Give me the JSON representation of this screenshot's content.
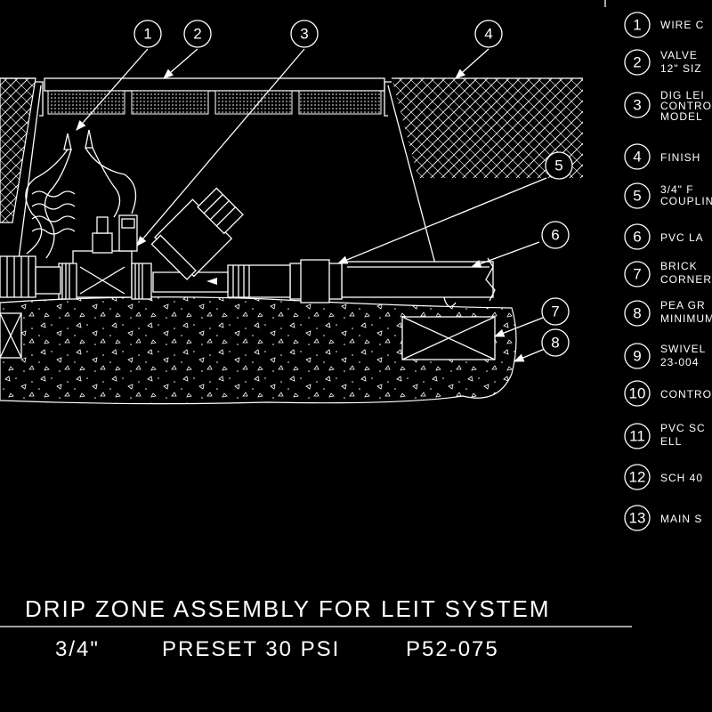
{
  "title": "DRIP ZONE ASSEMBLY FOR LEIT SYSTEM",
  "subtitle": {
    "size": "3/4\"",
    "preset": "PRESET 30 PSI",
    "model": "P52-075"
  },
  "callouts": [
    {
      "num": "1"
    },
    {
      "num": "2"
    },
    {
      "num": "3"
    },
    {
      "num": "4"
    },
    {
      "num": "5"
    },
    {
      "num": "6"
    },
    {
      "num": "7"
    },
    {
      "num": "8"
    }
  ],
  "legend": [
    {
      "num": "1",
      "lines": [
        "WIRE C"
      ]
    },
    {
      "num": "2",
      "lines": [
        "VALVE",
        "12\" SIZ"
      ]
    },
    {
      "num": "3",
      "lines": [
        "DIG LEI",
        "CONTRO",
        "MODEL"
      ]
    },
    {
      "num": "4",
      "lines": [
        "FINISH"
      ]
    },
    {
      "num": "5",
      "lines": [
        "3/4\" F",
        "COUPLIN"
      ]
    },
    {
      "num": "6",
      "lines": [
        "PVC LA"
      ]
    },
    {
      "num": "7",
      "lines": [
        "BRICK",
        "CORNER"
      ]
    },
    {
      "num": "8",
      "lines": [
        "PEA GR",
        "MINIMUM"
      ]
    },
    {
      "num": "9",
      "lines": [
        "SWIVEL",
        "23-004"
      ]
    },
    {
      "num": "10",
      "lines": [
        "CONTRO"
      ]
    },
    {
      "num": "11",
      "lines": [
        "PVC SC",
        "ELL"
      ]
    },
    {
      "num": "12",
      "lines": [
        "SCH 40"
      ]
    },
    {
      "num": "13",
      "lines": [
        "MAIN S"
      ]
    }
  ],
  "colors": {
    "background": "#000000",
    "linework": "#ffffff"
  }
}
